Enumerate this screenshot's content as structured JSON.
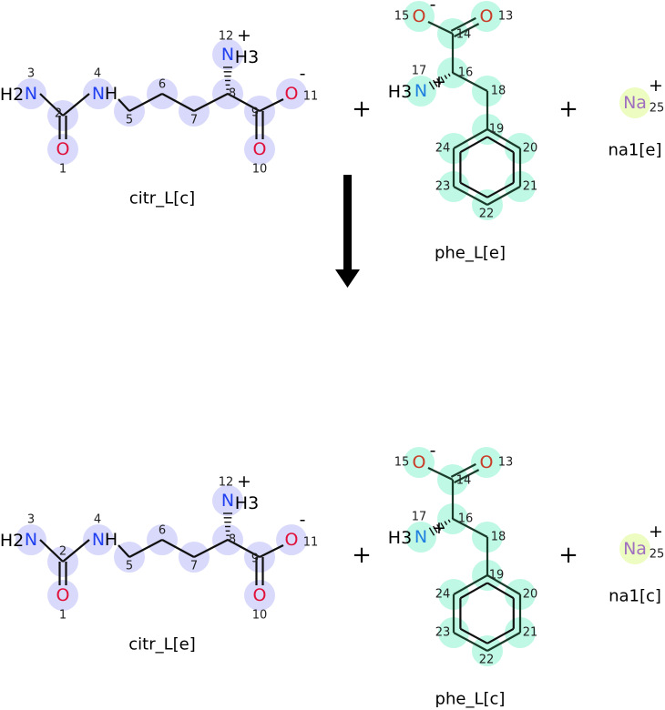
{
  "colors": {
    "citr_highlight": "#d9d9fb",
    "phe_highlight": "#bff8e4",
    "na_highlight": "#edfcc0",
    "oxygen": "#e0103a",
    "oxygen_phe": "#c83c28",
    "nitrogen": "#2040f0",
    "nitrogen_phe": "#2080e0",
    "sodium": "#a070c0"
  },
  "reaction": {
    "reactants": {
      "citr_name": "citr_L[c]",
      "phe_name": "phe_L[e]",
      "na_name": "na1[e]"
    },
    "products": {
      "citr_name": "citr_L[e]",
      "phe_name": "phe_L[c]",
      "na_name": "na1[c]"
    },
    "plus": "+",
    "direction": "forward"
  },
  "atoms": {
    "citr": {
      "1": "O",
      "3": "N",
      "4": "N",
      "10": "O",
      "11": "O",
      "12": "N",
      "h2": "H2",
      "h": "H",
      "h3": "H3",
      "charge_minus": "-",
      "charge_plus": "+"
    },
    "phe": {
      "13": "O",
      "15": "O",
      "17": "N",
      "h3": "H3",
      "charge_minus": "-",
      "charge_plus": "+"
    },
    "na": {
      "25": "Na",
      "charge_plus": "+"
    }
  },
  "atom_numbers": {
    "citr": [
      "1",
      "2",
      "3",
      "4",
      "5",
      "6",
      "7",
      "8",
      "9",
      "10",
      "11",
      "12"
    ],
    "phe": [
      "13",
      "14",
      "15",
      "16",
      "17",
      "18",
      "19",
      "20",
      "21",
      "22",
      "23",
      "24"
    ],
    "na": [
      "25"
    ]
  }
}
